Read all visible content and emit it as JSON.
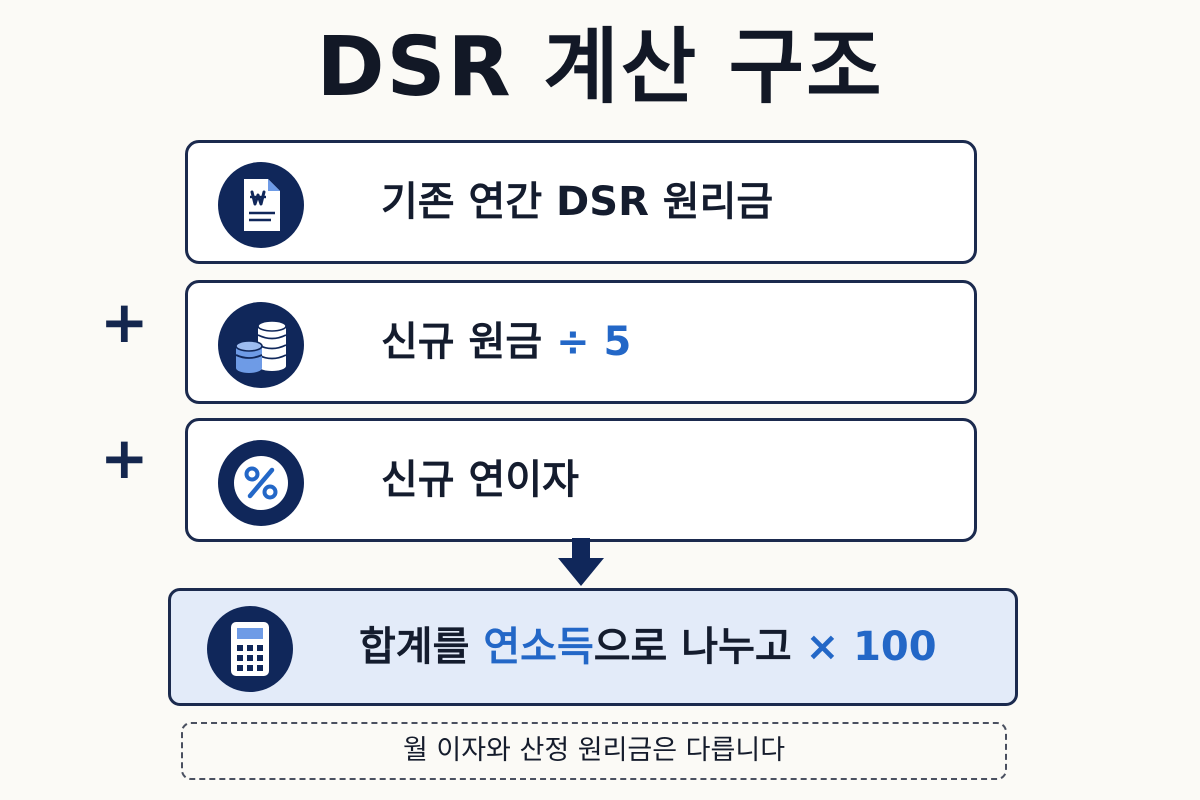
{
  "title": "DSR 계산 구조",
  "items": [
    {
      "icon": "won-document-icon",
      "label": "기존 연간 DSR 원리금",
      "accent": ""
    },
    {
      "operator": "+",
      "icon": "coin-stack-icon",
      "label": "신규 원금",
      "accent": "÷ 5"
    },
    {
      "operator": "+",
      "icon": "percent-icon",
      "label": "신규 연이자",
      "accent": ""
    }
  ],
  "result": {
    "icon": "calculator-icon",
    "label_before": "합계를",
    "label_highlight": "연소득",
    "label_after": "으로 나누고",
    "multiplier": "× 100"
  },
  "note": "월 이자와 산정 원리금은 다릅니다",
  "colors": {
    "navy": "#10275a",
    "accent_blue": "#2367c7",
    "result_fill": "#e3ebf9",
    "background": "#fbfaf6"
  }
}
